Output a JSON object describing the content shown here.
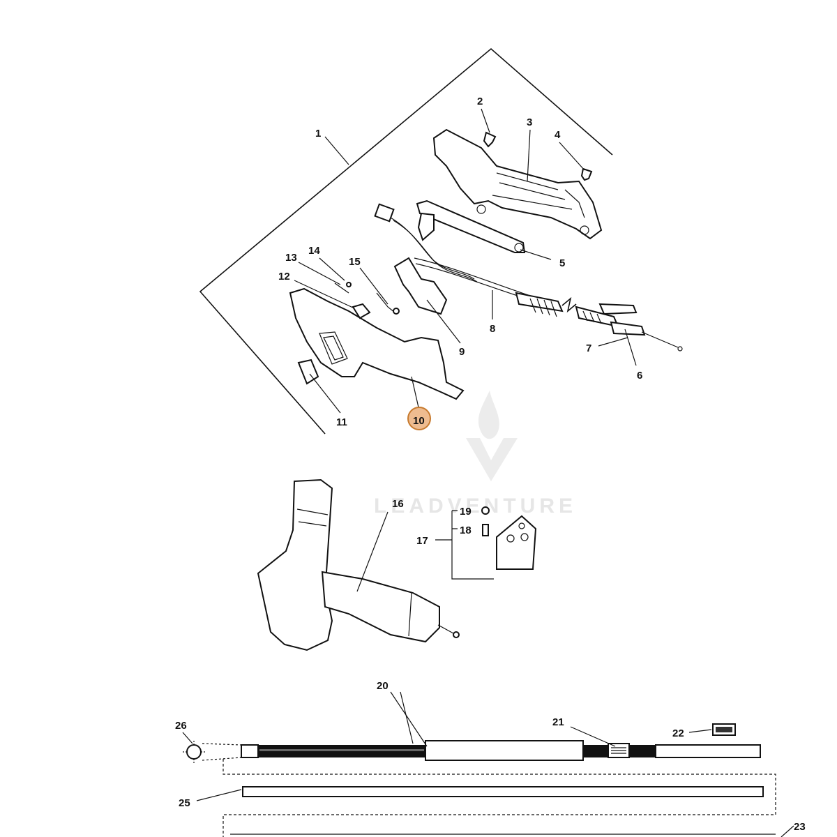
{
  "callouts": {
    "c1": "1",
    "c2": "2",
    "c3": "3",
    "c4": "4",
    "c5": "5",
    "c6": "6",
    "c7": "7",
    "c8": "8",
    "c9": "9",
    "c10": "10",
    "c11": "11",
    "c12": "12",
    "c13": "13",
    "c14": "14",
    "c15": "15",
    "c16": "16",
    "c17": "17",
    "c18": "18",
    "c19": "19",
    "c20": "20",
    "c21": "21",
    "c22": "22",
    "c23": "23",
    "c25": "25",
    "c26": "26"
  },
  "highlight": {
    "part": "10",
    "color": "#e8a66b",
    "border": "#c77a2e"
  },
  "watermark": {
    "text": "LEADVENTURE"
  },
  "colors": {
    "line": "#111111",
    "background": "#ffffff",
    "watermark": "#e6e6e6"
  }
}
